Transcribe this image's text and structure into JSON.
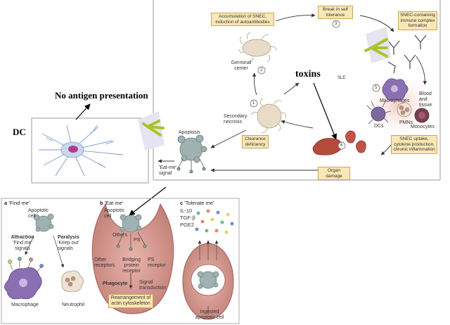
{
  "cycle": {
    "accumulation": "Accumulation of SNEC, induction of autoantibodies",
    "break_tolerance": "Break in self tolerance",
    "immune_complex": "SNEC-containing immune complex formation",
    "germinal_center": "Germinal center",
    "secondary_necrosis": "Secondary necrosis",
    "clearance_deficiency": "Clearance deficiency",
    "apoptosis": "Apoptosis",
    "eat_me_signal": "'Eat-me' signal",
    "macrophages": "Macrophages",
    "blood_tissue": "Blood and tissue",
    "pmns": "PMNs",
    "monocytes": "Monocytes",
    "dcs": "DCs",
    "snec_uptake": "SNEC uptake, cytokine production, chronic inflammation",
    "organ_damage": "Organ damage",
    "sle": "SLE",
    "toxins": "toxins",
    "steps": [
      "1",
      "2",
      "3",
      "5",
      "6"
    ]
  },
  "left": {
    "no_antigen": "No antigen presentation",
    "dc": "DC"
  },
  "panel_a": {
    "letter": "a",
    "title": "'Find me'",
    "apoptotic_cell": "Apoptotic cell",
    "attraction": "Attraction",
    "attraction_sub": "'Find me' signals",
    "paralysis": "Paralysis",
    "paralysis_sub": "'Keep out' signals",
    "macrophage": "Macrophage",
    "neutrophil": "Neutrophil"
  },
  "panel_b": {
    "letter": "b",
    "title": "'Eat me'",
    "apoptotic_cell": "Apoptotic cell",
    "others": "Others",
    "ps": "PS",
    "other_receptors": "Other receptors",
    "bridging": "Bridging protein receptor",
    "ps_receptor": "PS receptor",
    "phagocyte": "Phagocyte",
    "signal": "Signal transduction",
    "rearrangement": "Rearrangement of actin cytoskeleton"
  },
  "panel_c": {
    "letter": "c",
    "title": "'Tolerate me'",
    "cytokines": [
      "IL-10",
      "TGF-β",
      "PGE2"
    ],
    "ingested": "Ingested apoptotic cell"
  },
  "colors": {
    "box_fill": "#fbe7b5",
    "box_border": "#c9a55c",
    "cell_grey": "#9fb1b0",
    "antibody_green": "#a9c42a",
    "phagocyte_pink": "#d9a19a",
    "panel_purple": "#8b6fb3",
    "organ_red": "#b34a3c"
  }
}
